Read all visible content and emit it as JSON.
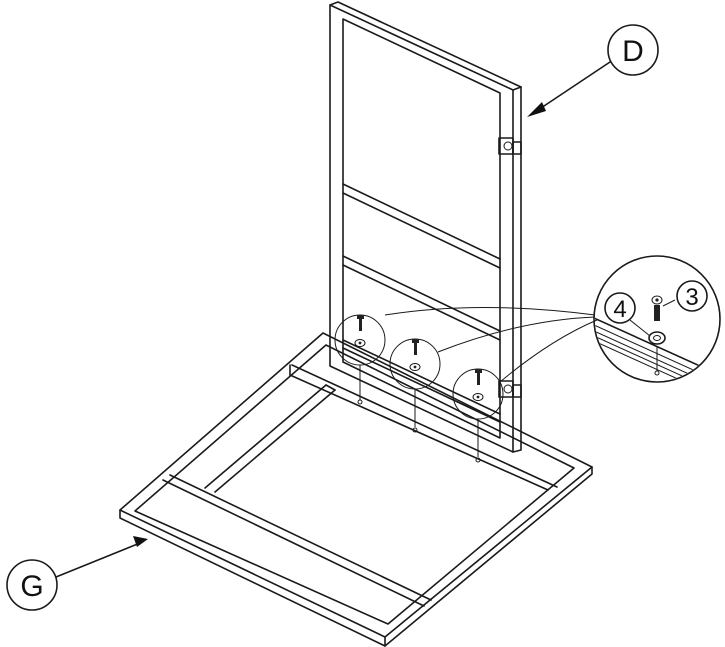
{
  "callouts": {
    "door_label": "D",
    "base_label": "G",
    "screw_label": "3",
    "washer_label": "4"
  }
}
